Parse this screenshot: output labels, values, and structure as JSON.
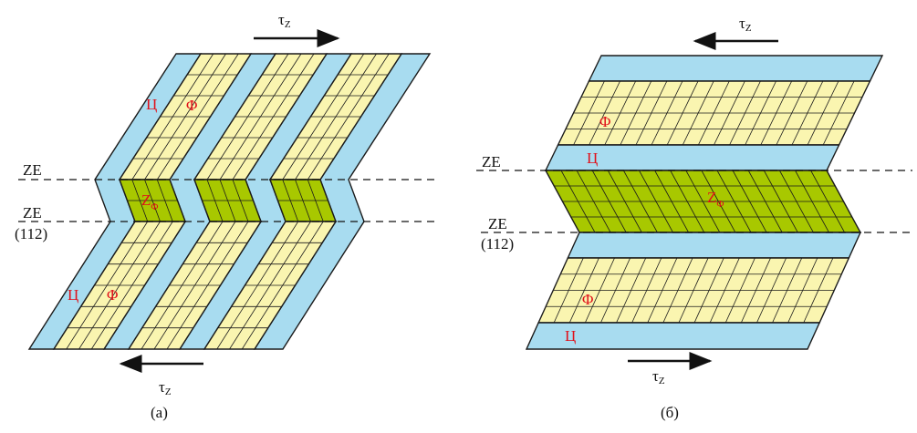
{
  "colors": {
    "interlayer": "#a8dcf0",
    "phase": "#faf5b0",
    "twin_zone": "#a8c800",
    "outline": "#1a1a1a",
    "label_red": "#e0101a"
  },
  "panel_a": {
    "caption": "(а)",
    "tau": "τ",
    "tau_sub": "Z",
    "ze_upper": "ZE",
    "ze_lower": "ZE",
    "plane": "(112)",
    "interlayer_label": "Ц",
    "phase_label": "Φ",
    "zone_label": "Z",
    "zone_sub": "Φ"
  },
  "panel_b": {
    "caption": "(б)",
    "tau": "τ",
    "tau_sub": "Z",
    "ze_upper": "ZE",
    "ze_lower": "ZE",
    "plane": "(112)",
    "interlayer_label": "Ц",
    "phase_label": "Φ",
    "zone_label": "Z",
    "zone_sub": "Φ"
  }
}
